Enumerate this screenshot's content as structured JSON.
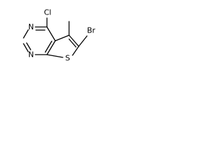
{
  "molecule": {
    "atoms": {
      "chlorine": "Cl",
      "bromine": "Br",
      "sulfur": "S",
      "nitrogen_top": "N",
      "nitrogen_bottom": "N"
    },
    "bond_color": "#000000",
    "label_color": "#000000",
    "background": "#ffffff"
  }
}
